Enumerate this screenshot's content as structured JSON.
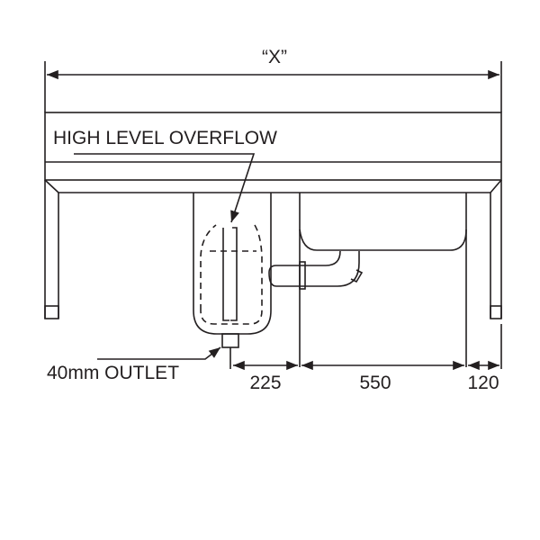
{
  "labels": {
    "overall_width": "“X”",
    "overflow": "HIGH LEVEL OVERFLOW",
    "outlet": "40mm OUTLET",
    "dim_1": "225",
    "dim_2": "550",
    "dim_3": "120"
  }
}
